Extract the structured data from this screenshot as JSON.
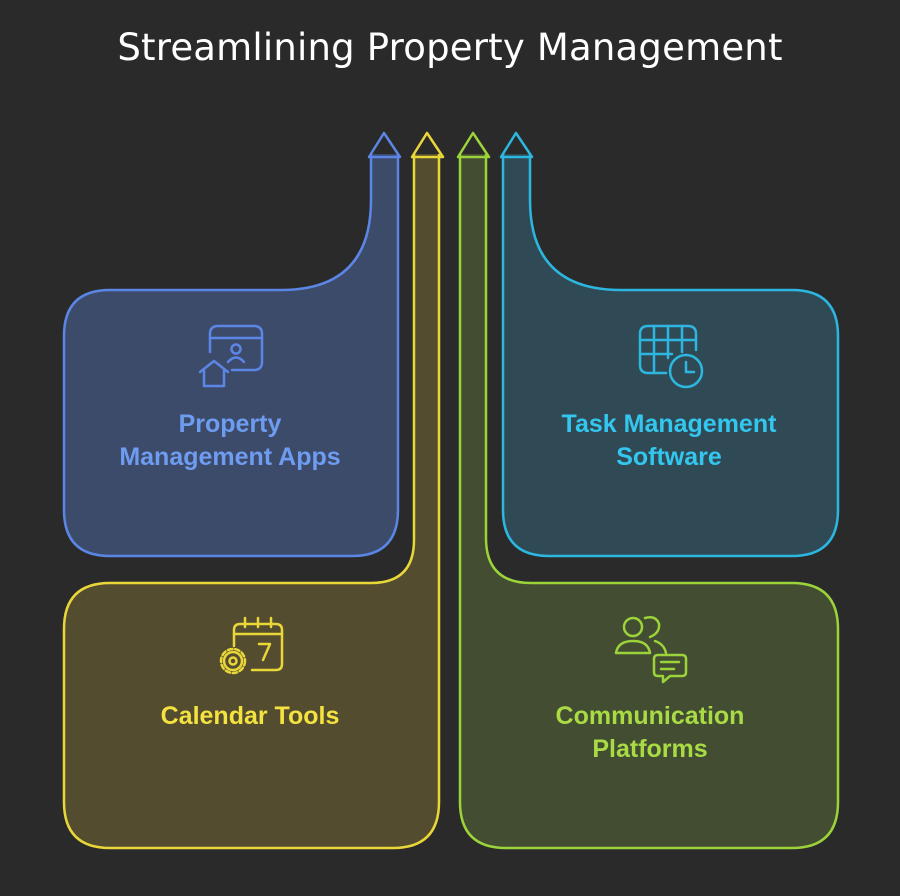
{
  "title": "Streamlining Property Management",
  "cards": [
    {
      "id": "property-management-apps",
      "lines": [
        "Property",
        "Management Apps"
      ],
      "icon": "property-app-icon",
      "color": "#5b86e5"
    },
    {
      "id": "task-management-software",
      "lines": [
        "Task Management",
        "Software"
      ],
      "icon": "table-clock-icon",
      "color": "#2cb6e0"
    },
    {
      "id": "calendar-tools",
      "lines": [
        "Calendar Tools"
      ],
      "icon": "calendar-gear-icon",
      "color": "#e9d73a"
    },
    {
      "id": "communication-platforms",
      "lines": [
        "Communication",
        "Platforms"
      ],
      "icon": "users-chat-icon",
      "color": "#9cd23a"
    }
  ]
}
